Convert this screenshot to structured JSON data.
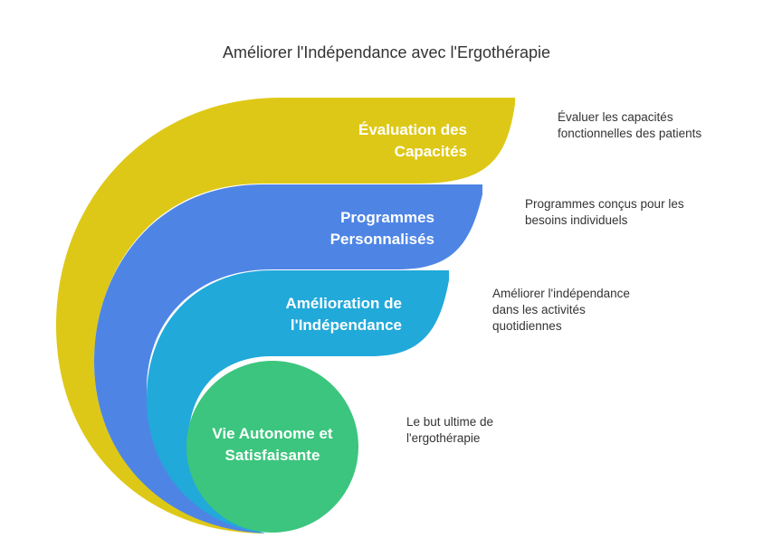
{
  "title": "Améliorer l'Indépendance avec l'Ergothérapie",
  "colors": {
    "yellow": "#DEC817",
    "blue": "#4E85E5",
    "cyan": "#21A9DA",
    "green": "#3CC57E"
  },
  "stages": [
    {
      "label_line1": "Évaluation des",
      "label_line2": "Capacités",
      "desc_line1": "Évaluer les capacités",
      "desc_line2": "fonctionnelles des patients"
    },
    {
      "label_line1": "Programmes",
      "label_line2": "Personnalisés",
      "desc_line1": "Programmes conçus pour les",
      "desc_line2": "besoins individuels"
    },
    {
      "label_line1": "Amélioration de",
      "label_line2": "l'Indépendance",
      "desc_line1": "Améliorer l'indépendance",
      "desc_line2": "dans les activités",
      "desc_line3": "quotidiennes"
    },
    {
      "label_line1": "Vie Autonome et",
      "label_line2": "Satisfaisante",
      "desc_line1": "Le but ultime de",
      "desc_line2": "l'ergothérapie"
    }
  ]
}
